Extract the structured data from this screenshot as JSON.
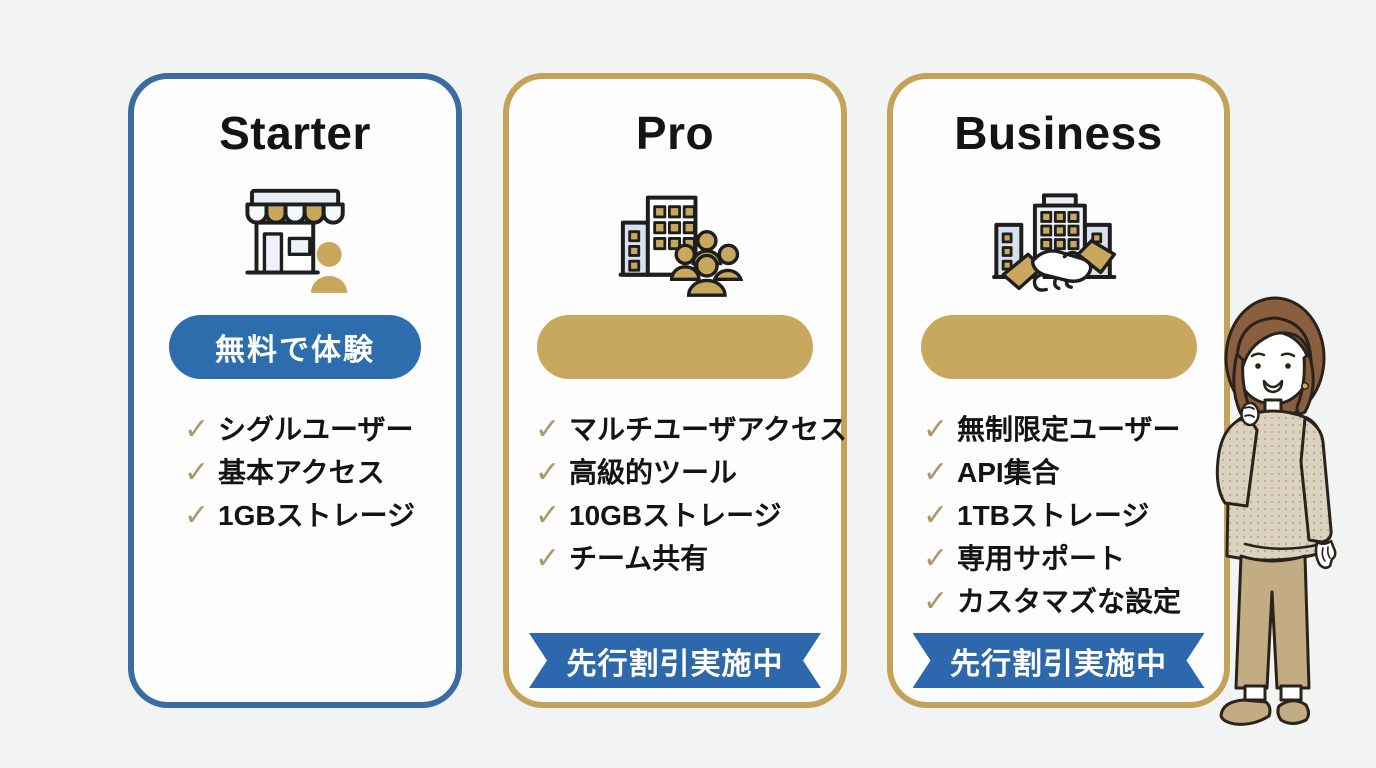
{
  "plans": [
    {
      "name": "Starter",
      "icon": "storefront-icon",
      "cta_label": "無料で体験",
      "features": [
        "シグルユーザー",
        "基本アクセス",
        "1GBストレージ"
      ],
      "banner": ""
    },
    {
      "name": "Pro",
      "icon": "office-team-icon",
      "cta_label": "",
      "features": [
        "マルチユーザアクセス",
        "高級的ツール",
        "10GBストレージ",
        "チーム共有"
      ],
      "banner": "先行割引実施中"
    },
    {
      "name": "Business",
      "icon": "office-handshake-icon",
      "cta_label": "",
      "features": [
        "無制限定ユーザー",
        "API集合",
        "1TBストレージ",
        "専用サポート",
        "カスタマズな設定"
      ],
      "banner": "先行割引実施中"
    }
  ],
  "check_glyph": "✓",
  "colors": {
    "page_bg": "#f2f4f3",
    "card_bg": "#fdfdfd",
    "starter_accent": "#3a6ba3",
    "gold_accent": "#c4a257",
    "cta_blue": "#2e6dad",
    "cta_gold": "#c8a85e",
    "ribbon_blue": "#2d68ac",
    "check": "#ac9868",
    "text": "#141414"
  },
  "illustration": "woman-cheering-illustration"
}
